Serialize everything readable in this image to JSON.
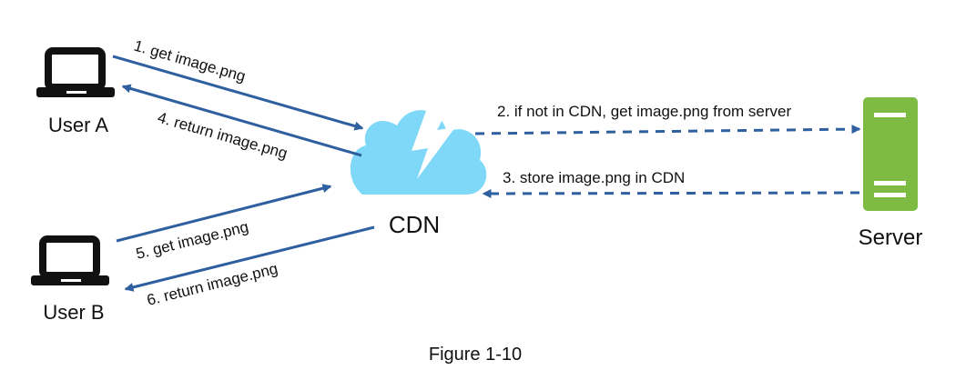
{
  "nodes": {
    "user_a": {
      "label": "User A"
    },
    "user_b": {
      "label": "User B"
    },
    "cdn": {
      "label": "CDN"
    },
    "server": {
      "label": "Server"
    }
  },
  "edges": {
    "e1": {
      "label": "1. get image.png"
    },
    "e2": {
      "label": "2. if not in CDN, get image.png from server"
    },
    "e3": {
      "label": "3. store image.png in CDN"
    },
    "e4": {
      "label": "4. return image.png"
    },
    "e5": {
      "label": "5. get image.png"
    },
    "e6": {
      "label": "6. return image.png"
    }
  },
  "caption": "Figure 1-10",
  "colors": {
    "arrow": "#2e5f9e",
    "cloud": "#7fd8f7",
    "lightning": "#ffffff",
    "server_body": "#7dbb42",
    "laptop": "#111111",
    "text": "#111111"
  },
  "icons": {
    "user_a": "laptop-icon",
    "user_b": "laptop-icon",
    "cdn": "cloud-lightning-icon",
    "server": "server-icon"
  }
}
